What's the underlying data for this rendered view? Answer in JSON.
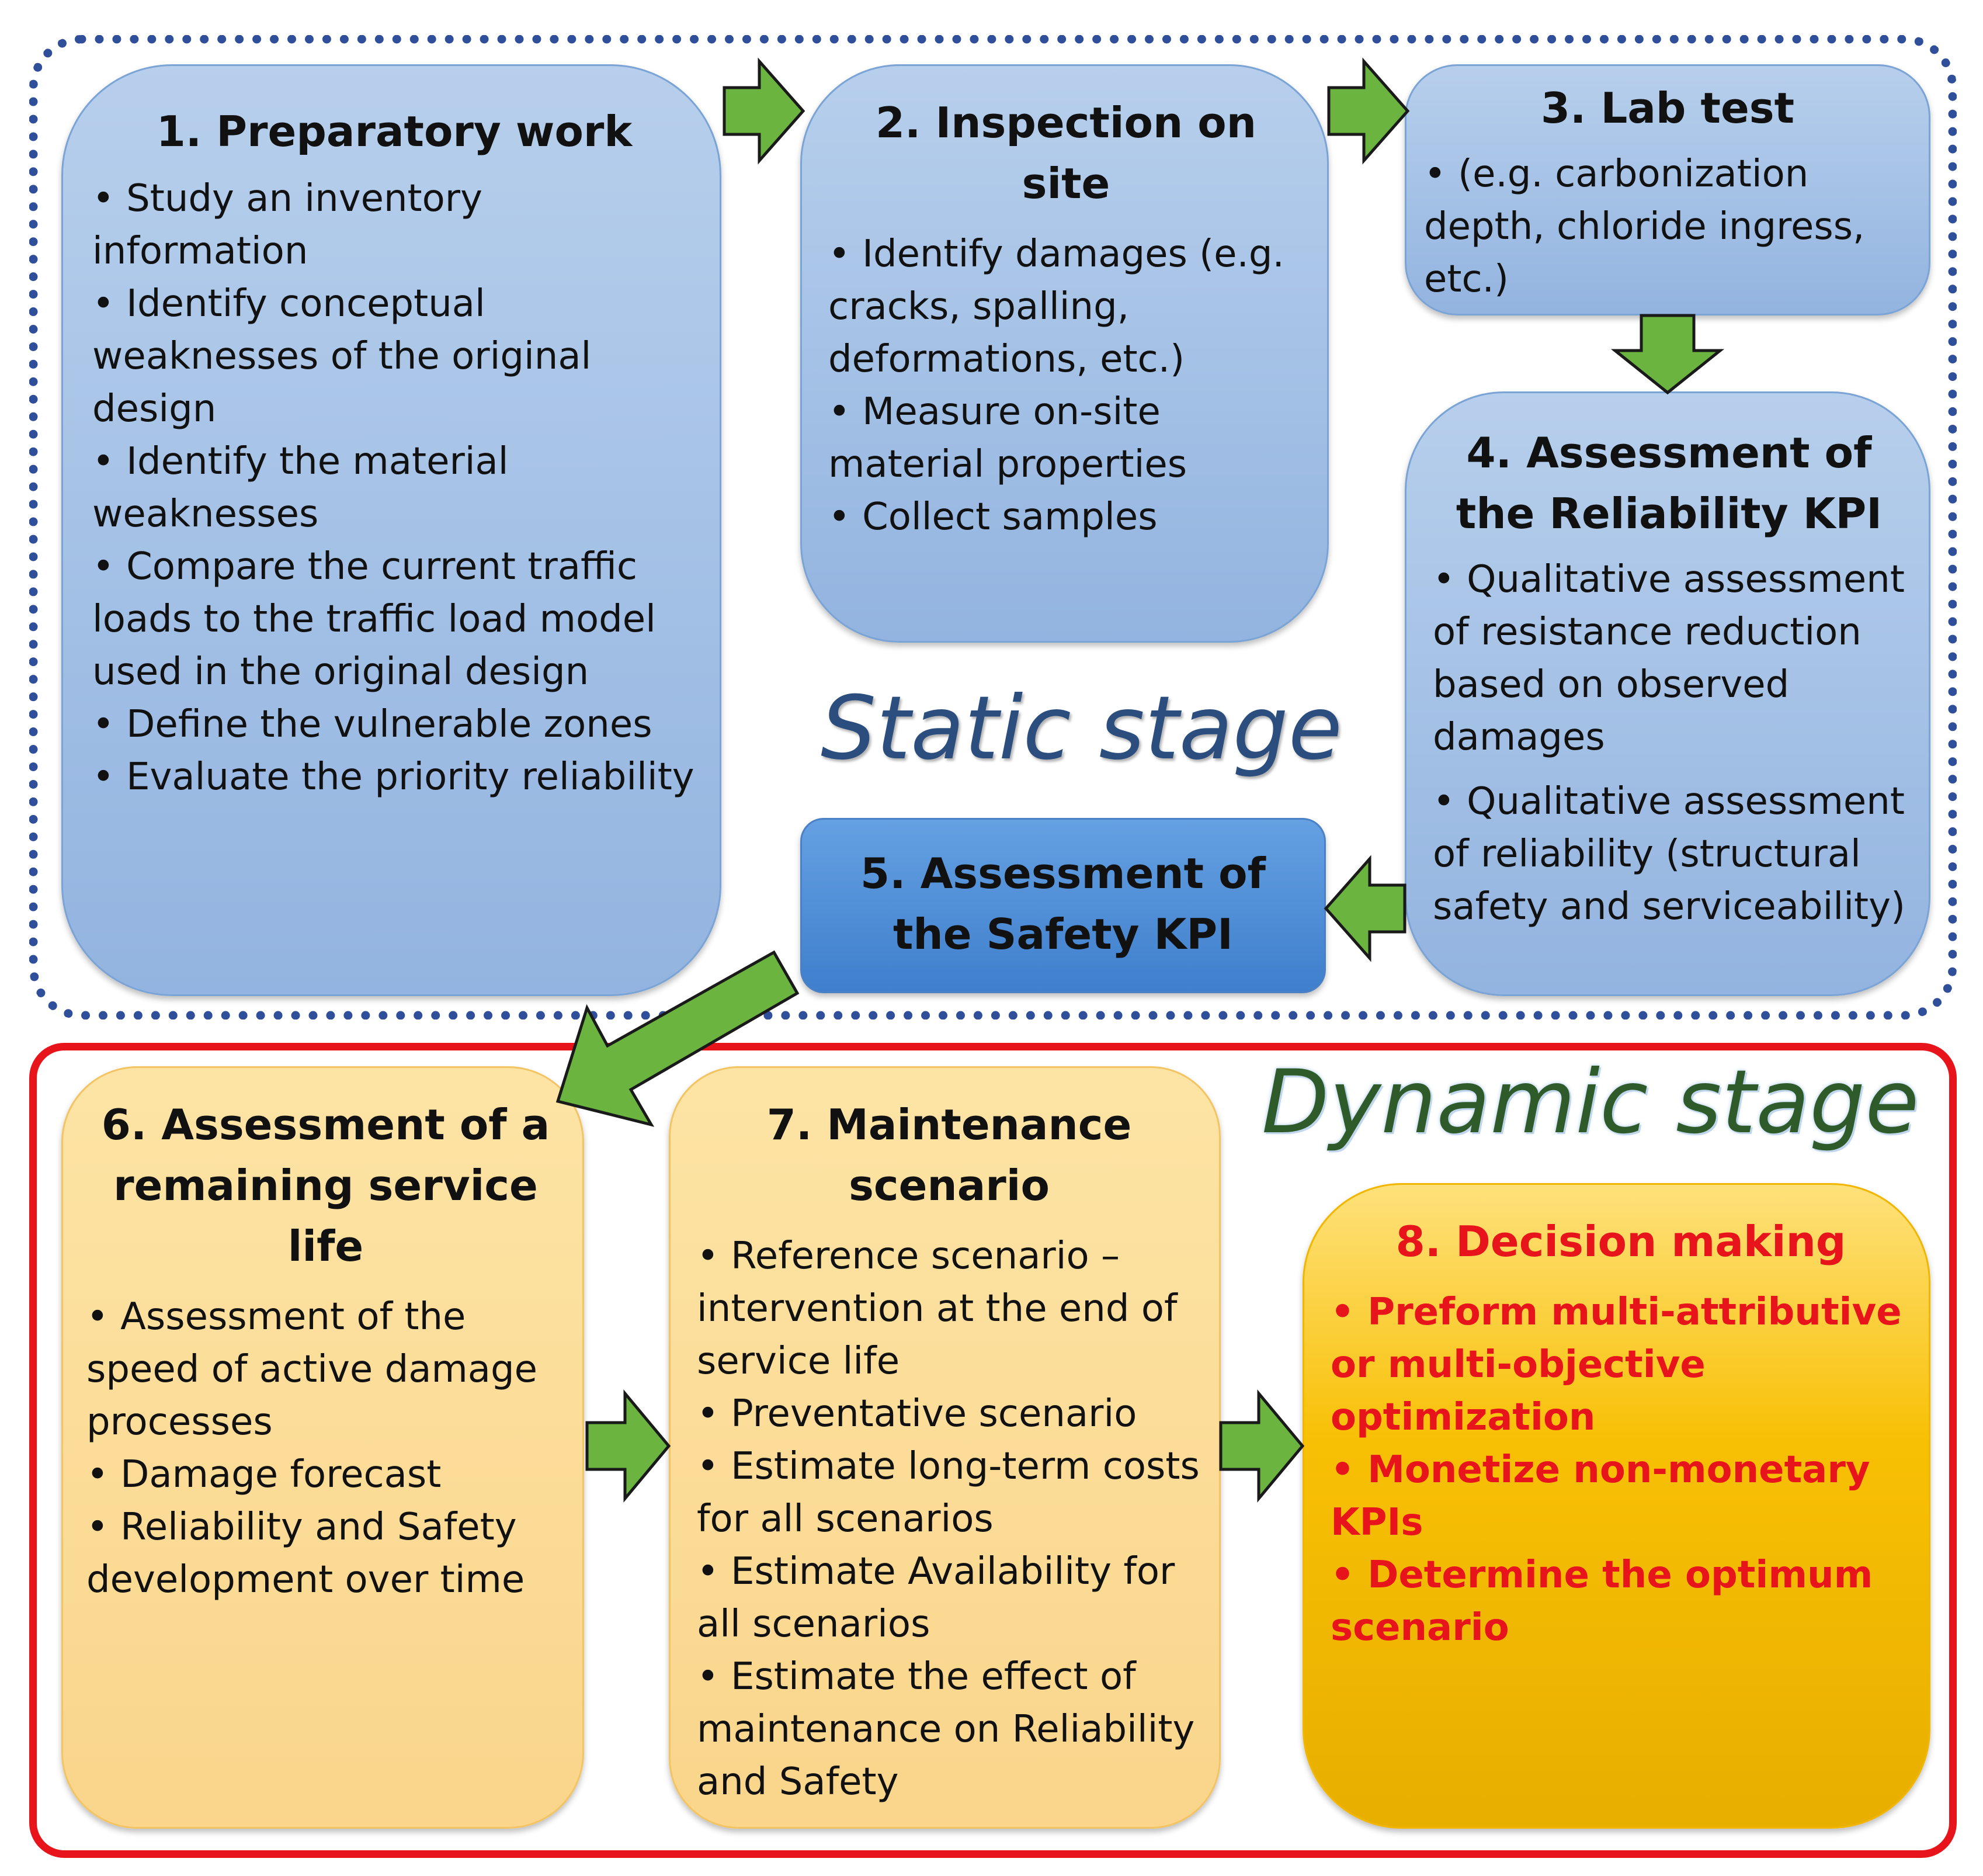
{
  "stages": {
    "static_label": "Static stage",
    "dynamic_label": "Dynamic stage"
  },
  "steps": [
    {
      "title": "1. Preparatory work",
      "items": [
        "Study an inventory information",
        "Identify conceptual weaknesses of the original design",
        "Identify the material weaknesses",
        "Compare the current traffic loads to the traffic load model used in the original design",
        "Define the vulnerable zones",
        "Evaluate the priority reliability"
      ]
    },
    {
      "title": "2. Inspection on site",
      "items": [
        "Identify damages (e.g. cracks, spalling, deformations, etc.)",
        "Measure on-site material properties",
        "Collect samples"
      ]
    },
    {
      "title": "3. Lab test",
      "items": [
        "(e.g. carbonization depth, chloride ingress, etc.)"
      ]
    },
    {
      "title": "4. Assessment of the Reliability KPI",
      "items": [
        "Qualitative assessment of resistance reduction based on observed damages",
        "Qualitative assessment of reliability (structural safety and serviceability)"
      ]
    },
    {
      "title": "5. Assessment of the Safety KPI",
      "items": []
    },
    {
      "title": "6. Assessment of a remaining service life",
      "items": [
        "Assessment of the speed of active damage processes",
        "Damage forecast",
        "Reliability and Safety development over time"
      ]
    },
    {
      "title": "7. Maintenance scenario",
      "items": [
        "Reference scenario – intervention at the end of service life",
        "Preventative scenario",
        "Estimate long-term costs for all scenarios",
        "Estimate Availability for all scenarios",
        "Estimate the effect of maintenance on Reliability and Safety"
      ]
    },
    {
      "title": "8. Decision making",
      "items": [
        "Preform multi-attributive or multi-objective optimization",
        "Monetize non-monetary KPIs",
        "Determine the optimum scenario"
      ]
    }
  ],
  "colors": {
    "static_border": "#2f4f9a",
    "dynamic_border": "#e8141b",
    "arrow_fill": "#6ab43f",
    "decision_text": "#e8141b"
  }
}
